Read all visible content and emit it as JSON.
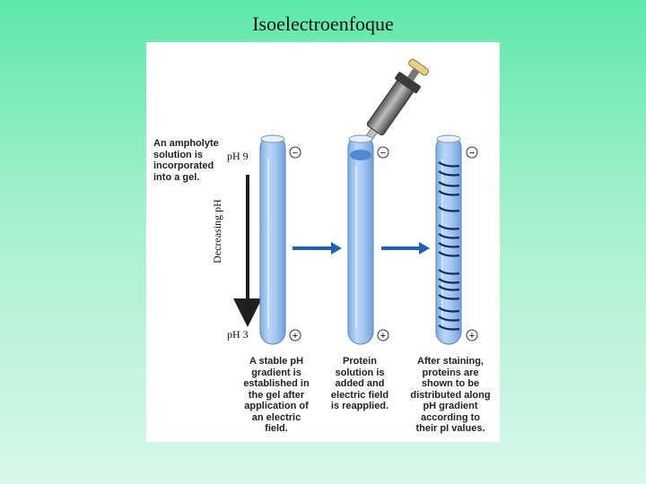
{
  "title": "Isoelectroenfoque",
  "diagram": {
    "intro_lines": [
      "An ampholyte",
      "solution is",
      "incorporated",
      "into a gel."
    ],
    "ph_top": "pH 9",
    "ph_bottom": "pH 3",
    "axis_label": "Decreasing pH",
    "captions": [
      [
        "A stable pH",
        "gradient is",
        "established in",
        "the gel after",
        "application of",
        "an electric",
        "field."
      ],
      [
        "Protein",
        "solution is",
        "added and",
        "electric field",
        "is reapplied."
      ],
      [
        "After staining,",
        "proteins are",
        "shown to be",
        "distributed along",
        "pH gradient",
        "according to",
        "their pI values."
      ]
    ],
    "electrode_top": "−",
    "electrode_bottom": "+",
    "colors": {
      "gel": "#9cc4ef",
      "gel_dark": "#5f97dd",
      "arrow": "#1f62b5",
      "band": "#0d2a63"
    }
  }
}
